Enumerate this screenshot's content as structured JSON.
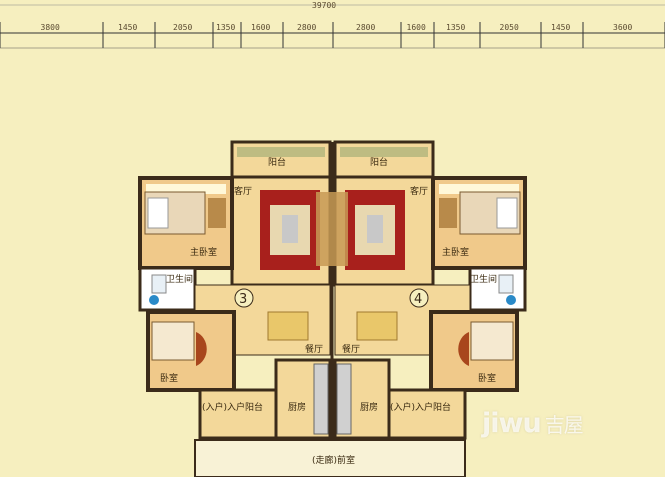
{
  "total_dimension": "39700",
  "dimensions": [
    "3800",
    "1450",
    "2050",
    "1350",
    "1600",
    "2800",
    "2800",
    "1600",
    "1350",
    "2050",
    "1450",
    "3600"
  ],
  "unit_markers": [
    "3",
    "4"
  ],
  "rooms": {
    "balcony_left": "阳台",
    "balcony_right": "阳台",
    "living_left": "客厅",
    "living_right": "客厅",
    "master_left": "主卧室",
    "master_right": "主卧室",
    "bath_left": "卫生间",
    "bath_right": "卫生间",
    "dining_left": "餐厅",
    "dining_right": "餐厅",
    "bedroom_left": "卧室",
    "bedroom_right": "卧室",
    "kitchen_left": "厨房",
    "kitchen_right": "厨房",
    "entrance_left": "(入户)入户阳台",
    "entrance_right": "(入户)入户阳台",
    "corridor": "(走廊)前室"
  },
  "watermark": {
    "latin": "jiwu",
    "chinese": "吉屋"
  },
  "colors": {
    "background": "#f6efbf",
    "floor": "#f3d89a",
    "wall": "#3b2b1a",
    "carpet": "#a8201c",
    "wood": "#c79a55"
  }
}
